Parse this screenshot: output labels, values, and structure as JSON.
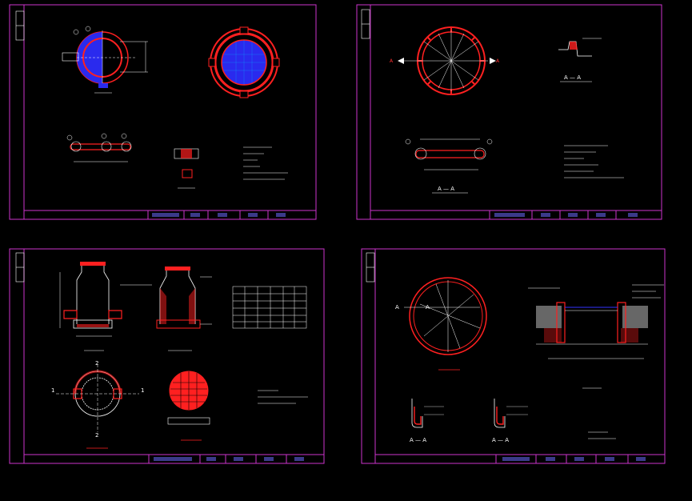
{
  "sheets": [
    {
      "id": "sheet-1",
      "title_block": [
        "",
        "",
        "",
        "",
        ""
      ],
      "side_tab": "",
      "notes_header": "",
      "notes": [
        "",
        "",
        "",
        "",
        "",
        ""
      ]
    },
    {
      "id": "sheet-2",
      "title_block": [
        "",
        "",
        "",
        "",
        ""
      ],
      "side_tab": "",
      "section_label": "A — A",
      "detail_label": "A — A",
      "marker_left": "A",
      "marker_right": "A",
      "notes": [
        "",
        "",
        "",
        "",
        "",
        ""
      ]
    },
    {
      "id": "sheet-3",
      "title_block": [
        "",
        "",
        "",
        "",
        ""
      ],
      "side_tab": "",
      "notes": [
        "",
        "",
        ""
      ],
      "markers": [
        "1",
        "1",
        "2",
        "2"
      ]
    },
    {
      "id": "sheet-4",
      "title_block": [
        "",
        "",
        "",
        "",
        ""
      ],
      "side_tab": "",
      "section_marks": [
        "A",
        "A"
      ],
      "detail_labels": [
        "A — A",
        "A — A"
      ],
      "notes": [
        "",
        ""
      ]
    }
  ],
  "colors": {
    "background": "#000000",
    "border": "#cc33cc",
    "outline": "#ffffff",
    "accent_red": "#ff2020",
    "accent_blue": "#3333ff",
    "accent_cyan": "#00c8ff"
  }
}
